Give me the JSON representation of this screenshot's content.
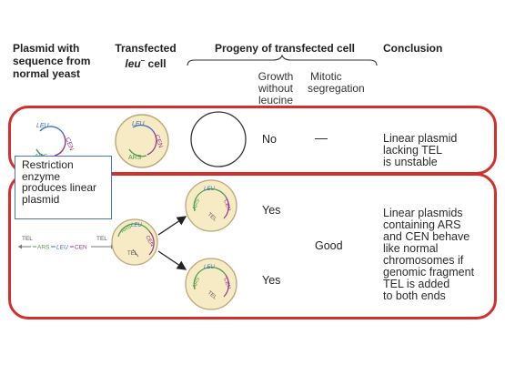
{
  "headers": {
    "plasmid_line1": "Plasmid with",
    "plasmid_line2": "sequence from",
    "plasmid_line3": "normal yeast",
    "transfected_line1": "Transfected",
    "transfected_italic": "leu",
    "transfected_sup": "–",
    "transfected_rest": " cell",
    "progeny": "Progeny of transfected cell",
    "conclusion": "Conclusion",
    "growth_line1": "Growth",
    "growth_line2": "without",
    "growth_line3": "leucine",
    "mitotic_line1": "Mitotic",
    "mitotic_line2": "segregation"
  },
  "row1": {
    "growth": "No",
    "segregation": "—",
    "conclusion_line1": "Linear plasmid",
    "conclusion_line2": "lacking TEL",
    "conclusion_line3": "is unstable",
    "labels": {
      "leu": "LEU",
      "cen": "CEN",
      "ars": "ARS"
    }
  },
  "restriction_note": {
    "line1": "Restriction",
    "line2": "enzyme",
    "line3": "produces linear",
    "line4": "plasmid"
  },
  "row2": {
    "growth_top": "Yes",
    "growth_bottom": "Yes",
    "segregation": "Good",
    "conclusion_line1": "Linear plasmids",
    "conclusion_line2": "containing ARS",
    "conclusion_line3": "and CEN behave",
    "conclusion_line4": "like normal",
    "conclusion_line5": "chromosomes if",
    "conclusion_line6": "genomic fragment",
    "conclusion_line7": "TEL is added",
    "conclusion_line8": "to both ends",
    "construct": {
      "tel_left": "TEL",
      "ars": "ARS",
      "leu": "LEU",
      "cen": "CEN",
      "tel_right": "TEL"
    },
    "cell_labels": {
      "ars": "ARS",
      "leu": "LEU",
      "cen": "CEN",
      "tel": "TEL"
    }
  },
  "colors": {
    "frame": "#d0312d",
    "blue_box": "#4a72c4",
    "leu": "#3a6fc2",
    "cen": "#8e3a8c",
    "ars": "#4d9a48",
    "tel": "#777777",
    "cell_fill": "#f6ebc4",
    "cell_stroke": "#b8a878"
  }
}
